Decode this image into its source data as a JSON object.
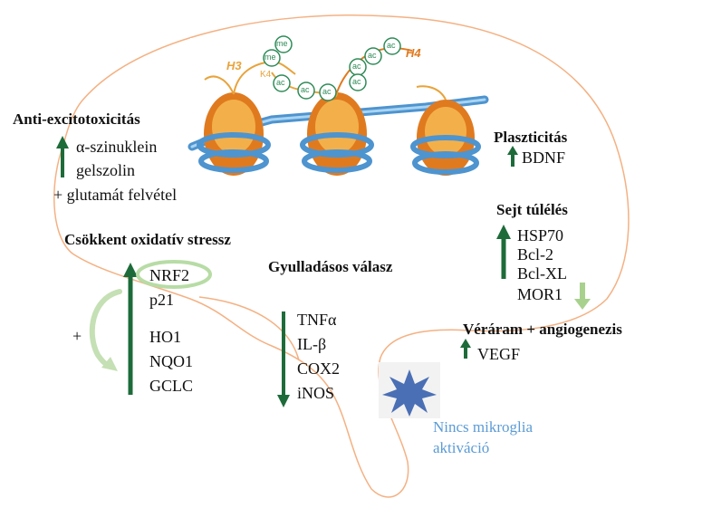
{
  "histone": {
    "h3_label": "H3",
    "k4_label": "K4",
    "h4_label": "H4",
    "me_marks": [
      "me",
      "me"
    ],
    "ac_marks_left": [
      "ac",
      "ac",
      "ac"
    ],
    "ac_marks_right": [
      "ac",
      "ac",
      "ac",
      "ac"
    ]
  },
  "colors": {
    "brain_outline": "#f4b183",
    "up_arrow": "#1e6b3a",
    "down_arrow": "#a9d18e",
    "microglia": "#4a6fb5",
    "text_blue": "#5b9bd5"
  },
  "anti_excito": {
    "title": "Anti-excitotoxicitás",
    "items": [
      "α-szinuklein",
      "gelszolin"
    ],
    "extra": "+ glutamát felvétel"
  },
  "oxidative": {
    "title": "Csökkent oxidatív stressz",
    "items": [
      "NRF2",
      "p21",
      "HO1",
      "NQO1",
      "GCLC"
    ],
    "plus": "+"
  },
  "inflammation": {
    "title": "Gyulladásos válasz",
    "items": [
      "TNFα",
      "IL-β",
      "COX2",
      "iNOS"
    ]
  },
  "plasticity": {
    "title": "Plaszticitás",
    "item": "BDNF"
  },
  "survival": {
    "title": "Sejt túlélés",
    "items_up": [
      "HSP70",
      "Bcl-2",
      "Bcl-XL"
    ],
    "item_down": "MOR1"
  },
  "blood": {
    "title": "Véráram + angiogenezis",
    "item": "VEGF"
  },
  "microglia": {
    "line1": "Nincs mikroglia",
    "line2": "aktiváció"
  }
}
